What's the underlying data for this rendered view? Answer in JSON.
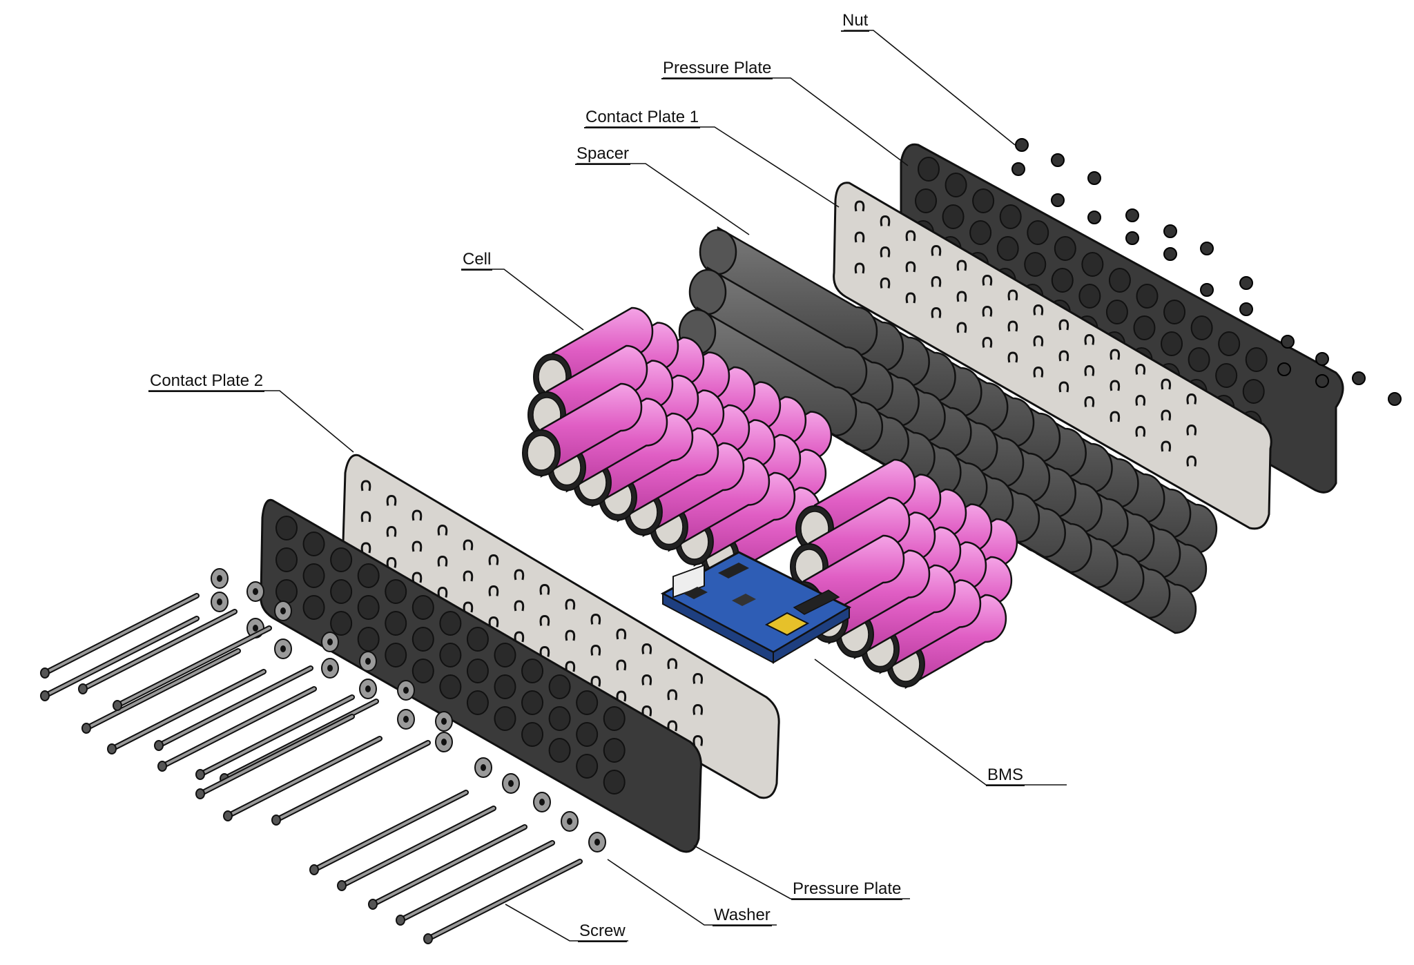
{
  "labels": {
    "nut": "Nut",
    "pressure_plate_top": "Pressure Plate",
    "contact_plate_1": "Contact Plate 1",
    "spacer": "Spacer",
    "cell": "Cell",
    "contact_plate_2": "Contact Plate 2",
    "bms": "BMS",
    "pressure_plate_bottom": "Pressure Plate",
    "washer": "Washer",
    "screw": "Screw"
  },
  "colors": {
    "cell_pink": "#e05ec4",
    "cell_cap": "#d9d6d0",
    "spacer_dark": "#595959",
    "pressure_plate": "#3a3a3a",
    "contact_plate": "#d8d5d0",
    "bms_board": "#2e5db5",
    "hardware": "#9a9a9a"
  }
}
